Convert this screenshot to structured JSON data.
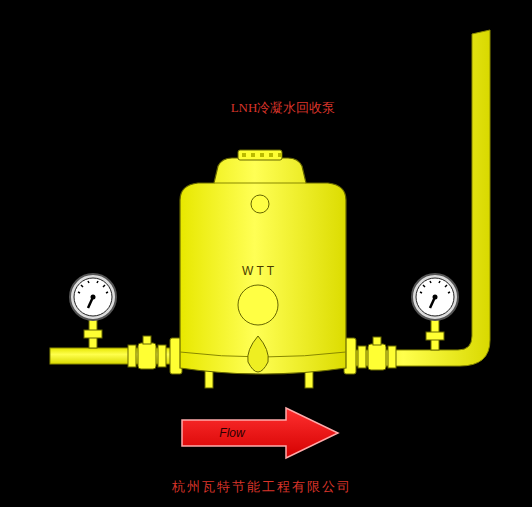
{
  "diagram": {
    "title": "LNH冷凝水回收泵",
    "caption": "杭州瓦特节能工程有限公司",
    "nodes": [
      {
        "text": [
          "W T T"
        ]
      },
      {
        "text": [
          "Flow"
        ]
      }
    ]
  }
}
